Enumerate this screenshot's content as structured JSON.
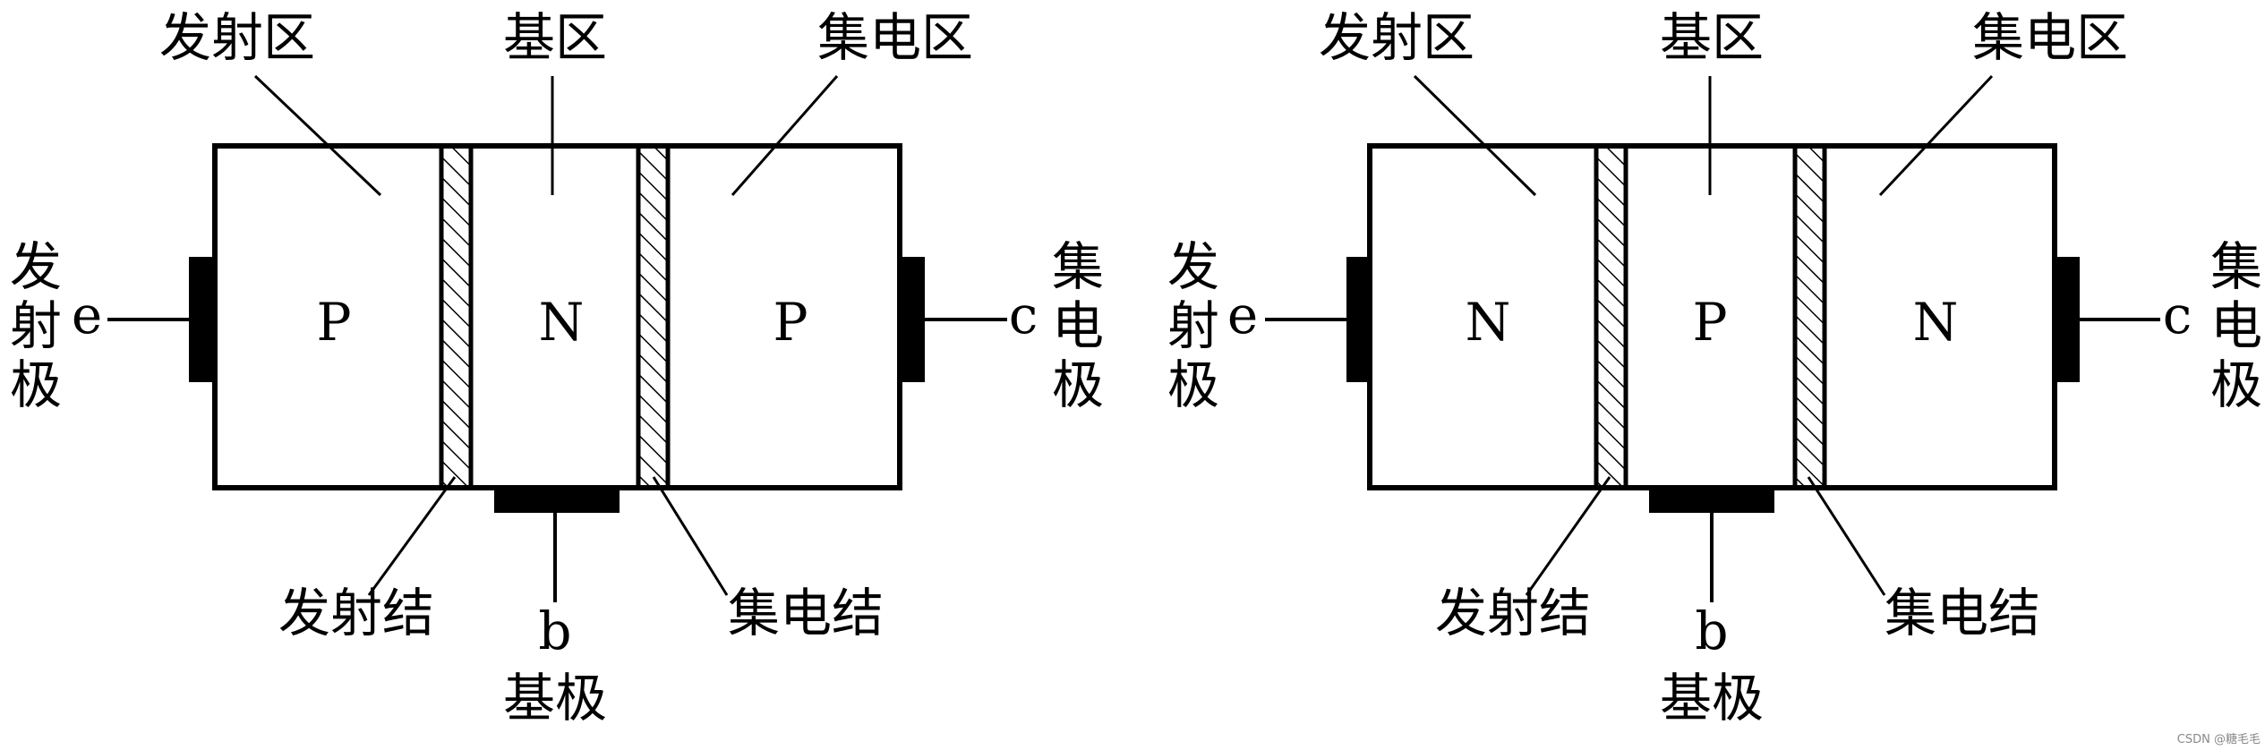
{
  "diagrams": [
    {
      "emitter_region": "发射区",
      "base_region": "基区",
      "collector_region": "集电区",
      "emitter_type": "P",
      "base_type": "N",
      "collector_type": "P",
      "emitter_label": [
        "发",
        "射",
        "极"
      ],
      "emitter_terminal": "e",
      "collector_label": [
        "集",
        "电",
        "极"
      ],
      "collector_terminal": "c",
      "emitter_junction": "发射结",
      "collector_junction": "集电结",
      "base_terminal": "b",
      "base_label": "基极"
    },
    {
      "emitter_region": "发射区",
      "base_region": "基区",
      "collector_region": "集电区",
      "emitter_type": "N",
      "base_type": "P",
      "collector_type": "N",
      "emitter_label": [
        "发",
        "射",
        "极"
      ],
      "emitter_terminal": "e",
      "collector_label": [
        "集",
        "电",
        "极"
      ],
      "collector_terminal": "c",
      "emitter_junction": "发射结",
      "collector_junction": "集电结",
      "base_terminal": "b",
      "base_label": "基极"
    }
  ],
  "watermark": "CSDN @糖毛毛"
}
